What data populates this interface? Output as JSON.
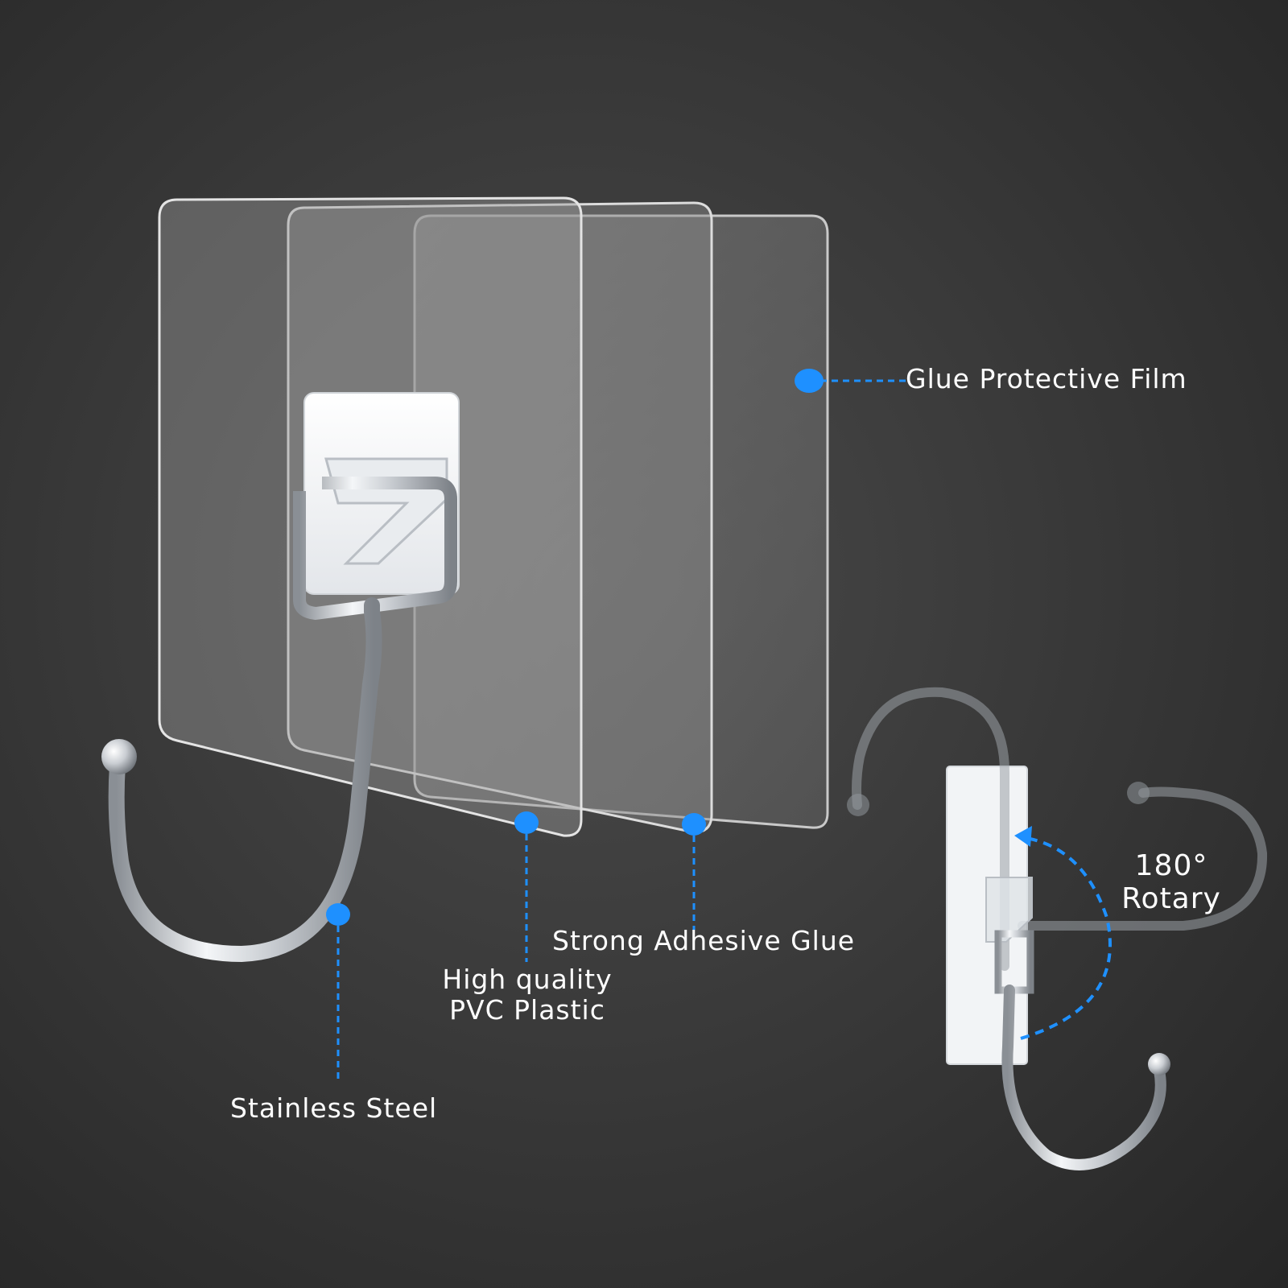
{
  "labels": {
    "glue_protective_film": "Glue Protective Film",
    "strong_adhesive_glue": "Strong Adhesive Glue",
    "pvc_line1": "High quality",
    "pvc_line2": "PVC Plastic",
    "stainless_steel": "Stainless Steel",
    "rotary_line1": "180°",
    "rotary_line2": "Rotary"
  },
  "colors": {
    "accent": "#1e90ff",
    "background": "#3a3a3a",
    "text": "#ffffff",
    "steel": "#c8ccd0"
  }
}
